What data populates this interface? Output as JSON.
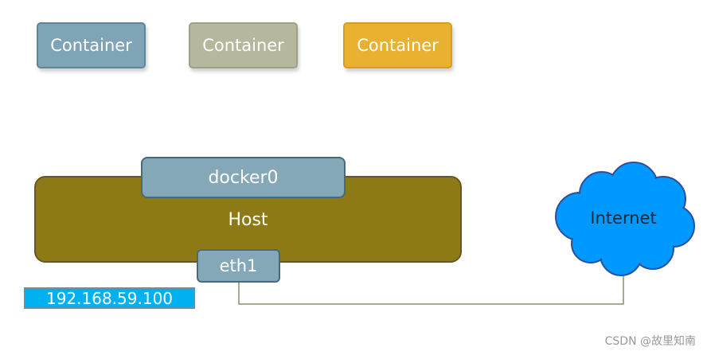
{
  "containers": [
    {
      "label": "Container",
      "color": "#7ea4b5"
    },
    {
      "label": "Container",
      "color": "#b6b79c"
    },
    {
      "label": "Container",
      "color": "#e8b130"
    }
  ],
  "host": {
    "label": "Host",
    "color": "#8d7a16"
  },
  "docker0": {
    "label": "docker0",
    "color": "#85a8b9"
  },
  "eth1": {
    "label": "eth1",
    "color": "#85a8b9"
  },
  "ip_address": {
    "label": "192.168.59.100",
    "color": "#00b0f0"
  },
  "internet": {
    "label": "Internet",
    "color": "#0099ff"
  },
  "link_color": "#8e8e6e",
  "watermark": "CSDN @故里知南"
}
